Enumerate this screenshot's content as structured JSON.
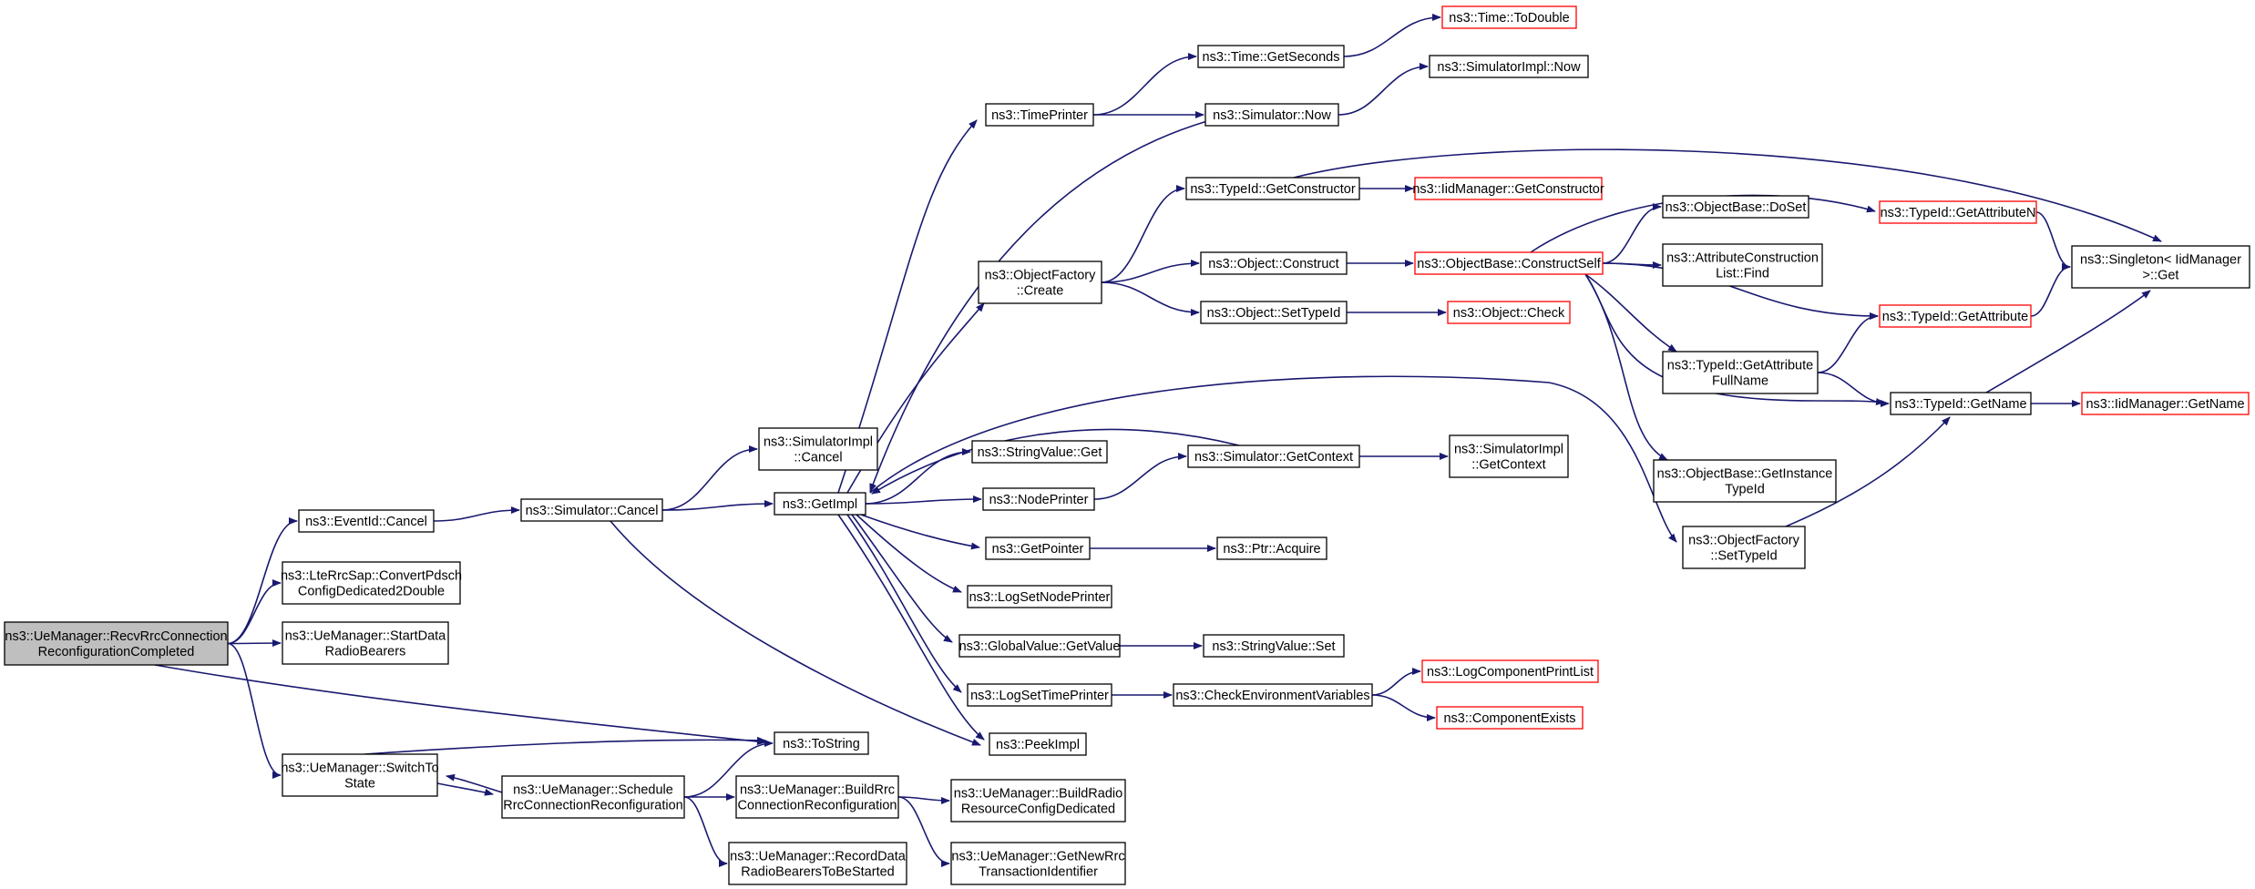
{
  "nodes": [
    {
      "id": "recv",
      "lines": [
        "ns3::UeManager::RecvRrcConnection",
        "ReconfigurationCompleted"
      ],
      "style": "root"
    },
    {
      "id": "eventid_cancel",
      "lines": [
        "ns3::EventId::Cancel"
      ],
      "style": "normal"
    },
    {
      "id": "ltercsap",
      "lines": [
        "ns3::LteRrcSap::ConvertPdsch",
        "ConfigDedicated2Double"
      ],
      "style": "normal"
    },
    {
      "id": "startdata",
      "lines": [
        "ns3::UeManager::StartData",
        "RadioBearers"
      ],
      "style": "normal"
    },
    {
      "id": "switchto",
      "lines": [
        "ns3::UeManager::SwitchTo",
        "State"
      ],
      "style": "normal"
    },
    {
      "id": "sim_cancel",
      "lines": [
        "ns3::Simulator::Cancel"
      ],
      "style": "normal"
    },
    {
      "id": "schedule",
      "lines": [
        "ns3::UeManager::Schedule",
        "RrcConnectionReconfiguration"
      ],
      "style": "normal"
    },
    {
      "id": "simimpl_cancel",
      "lines": [
        "ns3::SimulatorImpl",
        "::Cancel"
      ],
      "style": "normal"
    },
    {
      "id": "getimpl",
      "lines": [
        "ns3::GetImpl"
      ],
      "style": "normal"
    },
    {
      "id": "tostring",
      "lines": [
        "ns3::ToString"
      ],
      "style": "normal"
    },
    {
      "id": "buildrrc",
      "lines": [
        "ns3::UeManager::BuildRrc",
        "ConnectionReconfiguration"
      ],
      "style": "normal"
    },
    {
      "id": "recorddata",
      "lines": [
        "ns3::UeManager::RecordData",
        "RadioBearersToBeStarted"
      ],
      "style": "normal"
    },
    {
      "id": "timeprinter",
      "lines": [
        "ns3::TimePrinter"
      ],
      "style": "normal"
    },
    {
      "id": "objfactory_create",
      "lines": [
        "ns3::ObjectFactory",
        "::Create"
      ],
      "style": "normal"
    },
    {
      "id": "stringvalue_get",
      "lines": [
        "ns3::StringValue::Get"
      ],
      "style": "normal"
    },
    {
      "id": "nodeprinter",
      "lines": [
        "ns3::NodePrinter"
      ],
      "style": "normal"
    },
    {
      "id": "getpointer",
      "lines": [
        "ns3::GetPointer"
      ],
      "style": "normal"
    },
    {
      "id": "logsetnodeprinter",
      "lines": [
        "ns3::LogSetNodePrinter"
      ],
      "style": "normal"
    },
    {
      "id": "globalvalue_get",
      "lines": [
        "ns3::GlobalValue::GetValue"
      ],
      "style": "normal"
    },
    {
      "id": "logsettimeprinter",
      "lines": [
        "ns3::LogSetTimePrinter"
      ],
      "style": "normal"
    },
    {
      "id": "peekimpl",
      "lines": [
        "ns3::PeekImpl"
      ],
      "style": "normal"
    },
    {
      "id": "buildradio",
      "lines": [
        "ns3::UeManager::BuildRadio",
        "ResourceConfigDedicated"
      ],
      "style": "normal"
    },
    {
      "id": "getnewrrc",
      "lines": [
        "ns3::UeManager::GetNewRrc",
        "TransactionIdentifier"
      ],
      "style": "normal"
    },
    {
      "id": "time_getseconds",
      "lines": [
        "ns3::Time::GetSeconds"
      ],
      "style": "normal"
    },
    {
      "id": "sim_now",
      "lines": [
        "ns3::Simulator::Now"
      ],
      "style": "normal"
    },
    {
      "id": "typeid_getconstructor",
      "lines": [
        "ns3::TypeId::GetConstructor"
      ],
      "style": "normal"
    },
    {
      "id": "object_construct",
      "lines": [
        "ns3::Object::Construct"
      ],
      "style": "normal"
    },
    {
      "id": "object_settypeid",
      "lines": [
        "ns3::Object::SetTypeId"
      ],
      "style": "normal"
    },
    {
      "id": "sim_getcontext",
      "lines": [
        "ns3::Simulator::GetContext"
      ],
      "style": "normal"
    },
    {
      "id": "ptr_acquire",
      "lines": [
        "ns3::Ptr::Acquire"
      ],
      "style": "normal"
    },
    {
      "id": "stringvalue_set",
      "lines": [
        "ns3::StringValue::Set"
      ],
      "style": "normal"
    },
    {
      "id": "checkenv",
      "lines": [
        "ns3::CheckEnvironmentVariables"
      ],
      "style": "normal"
    },
    {
      "id": "time_todouble",
      "lines": [
        "ns3::Time::ToDouble"
      ],
      "style": "truncated"
    },
    {
      "id": "simimpl_now",
      "lines": [
        "ns3::SimulatorImpl::Now"
      ],
      "style": "normal"
    },
    {
      "id": "iidmanager_getconstructor",
      "lines": [
        "ns3::IidManager::GetConstructor"
      ],
      "style": "truncated"
    },
    {
      "id": "objectbase_constructself",
      "lines": [
        "ns3::ObjectBase::ConstructSelf"
      ],
      "style": "truncated"
    },
    {
      "id": "object_check",
      "lines": [
        "ns3::Object::Check"
      ],
      "style": "truncated"
    },
    {
      "id": "simimpl_getcontext",
      "lines": [
        "ns3::SimulatorImpl",
        "::GetContext"
      ],
      "style": "normal"
    },
    {
      "id": "logcomponentprintlist",
      "lines": [
        "ns3::LogComponentPrintList"
      ],
      "style": "truncated"
    },
    {
      "id": "componentexists",
      "lines": [
        "ns3::ComponentExists"
      ],
      "style": "truncated"
    },
    {
      "id": "objectbase_doset",
      "lines": [
        "ns3::ObjectBase::DoSet"
      ],
      "style": "normal"
    },
    {
      "id": "attrconstruction",
      "lines": [
        "ns3::AttributeConstruction",
        "List::Find"
      ],
      "style": "normal"
    },
    {
      "id": "typeid_getattributefullname",
      "lines": [
        "ns3::TypeId::GetAttribute",
        "FullName"
      ],
      "style": "normal"
    },
    {
      "id": "objectbase_getinstancetypeid",
      "lines": [
        "ns3::ObjectBase::GetInstance",
        "TypeId"
      ],
      "style": "normal"
    },
    {
      "id": "objfactory_settypeid",
      "lines": [
        "ns3::ObjectFactory",
        "::SetTypeId"
      ],
      "style": "normal"
    },
    {
      "id": "typeid_getattributen",
      "lines": [
        "ns3::TypeId::GetAttributeN"
      ],
      "style": "truncated"
    },
    {
      "id": "typeid_getattribute",
      "lines": [
        "ns3::TypeId::GetAttribute"
      ],
      "style": "truncated"
    },
    {
      "id": "typeid_getname",
      "lines": [
        "ns3::TypeId::GetName"
      ],
      "style": "normal"
    },
    {
      "id": "singleton_get",
      "lines": [
        "ns3::Singleton< IidManager",
        " >::Get"
      ],
      "style": "normal"
    },
    {
      "id": "iidmanager_getname",
      "lines": [
        "ns3::IidManager::GetName"
      ],
      "style": "truncated"
    }
  ],
  "edges": [
    [
      "recv",
      "eventid_cancel"
    ],
    [
      "recv",
      "ltercsap"
    ],
    [
      "recv",
      "startdata"
    ],
    [
      "recv",
      "switchto"
    ],
    [
      "recv",
      "tostring"
    ],
    [
      "eventid_cancel",
      "sim_cancel"
    ],
    [
      "sim_cancel",
      "simimpl_cancel"
    ],
    [
      "sim_cancel",
      "getimpl"
    ],
    [
      "sim_cancel",
      "peekimpl"
    ],
    [
      "switchto",
      "tostring"
    ],
    [
      "switchto",
      "schedule"
    ],
    [
      "schedule",
      "switchto"
    ],
    [
      "schedule",
      "tostring"
    ],
    [
      "schedule",
      "buildrrc"
    ],
    [
      "schedule",
      "recorddata"
    ],
    [
      "buildrrc",
      "buildradio"
    ],
    [
      "buildrrc",
      "getnewrrc"
    ],
    [
      "getimpl",
      "timeprinter"
    ],
    [
      "getimpl",
      "objfactory_create"
    ],
    [
      "getimpl",
      "stringvalue_get"
    ],
    [
      "getimpl",
      "nodeprinter"
    ],
    [
      "getimpl",
      "getpointer"
    ],
    [
      "getimpl",
      "logsetnodeprinter"
    ],
    [
      "getimpl",
      "globalvalue_get"
    ],
    [
      "getimpl",
      "logsettimeprinter"
    ],
    [
      "getimpl",
      "peekimpl"
    ],
    [
      "getimpl",
      "objfactory_settypeid"
    ],
    [
      "timeprinter",
      "time_getseconds"
    ],
    [
      "timeprinter",
      "sim_now"
    ],
    [
      "time_getseconds",
      "time_todouble"
    ],
    [
      "sim_now",
      "simimpl_now"
    ],
    [
      "sim_now",
      "getimpl"
    ],
    [
      "objfactory_create",
      "typeid_getconstructor"
    ],
    [
      "objfactory_create",
      "object_construct"
    ],
    [
      "objfactory_create",
      "object_settypeid"
    ],
    [
      "typeid_getconstructor",
      "iidmanager_getconstructor"
    ],
    [
      "typeid_getconstructor",
      "singleton_get"
    ],
    [
      "object_construct",
      "objectbase_constructself"
    ],
    [
      "object_settypeid",
      "object_check"
    ],
    [
      "nodeprinter",
      "sim_getcontext"
    ],
    [
      "sim_getcontext",
      "simimpl_getcontext"
    ],
    [
      "sim_getcontext",
      "getimpl"
    ],
    [
      "getpointer",
      "ptr_acquire"
    ],
    [
      "globalvalue_get",
      "stringvalue_set"
    ],
    [
      "logsettimeprinter",
      "checkenv"
    ],
    [
      "checkenv",
      "logcomponentprintlist"
    ],
    [
      "checkenv",
      "componentexists"
    ],
    [
      "objectbase_constructself",
      "objectbase_doset"
    ],
    [
      "objectbase_constructself",
      "attrconstruction"
    ],
    [
      "objectbase_constructself",
      "typeid_getattributen"
    ],
    [
      "objectbase_constructself",
      "typeid_getattribute"
    ],
    [
      "objectbase_constructself",
      "typeid_getattributefullname"
    ],
    [
      "objectbase_constructself",
      "objectbase_getinstancetypeid"
    ],
    [
      "objectbase_constructself",
      "typeid_getname"
    ],
    [
      "typeid_getattributefullname",
      "typeid_getattribute"
    ],
    [
      "typeid_getattributefullname",
      "typeid_getname"
    ],
    [
      "objfactory_settypeid",
      "typeid_getname"
    ],
    [
      "typeid_getattributen",
      "singleton_get"
    ],
    [
      "typeid_getattribute",
      "singleton_get"
    ],
    [
      "typeid_getname",
      "singleton_get"
    ],
    [
      "typeid_getname",
      "iidmanager_getname"
    ]
  ],
  "colors": {
    "edge": "#191970",
    "node_border": "#000000",
    "truncated_border": "#ff0000",
    "root_fill": "#bfbfbf",
    "node_fill": "#ffffff"
  }
}
